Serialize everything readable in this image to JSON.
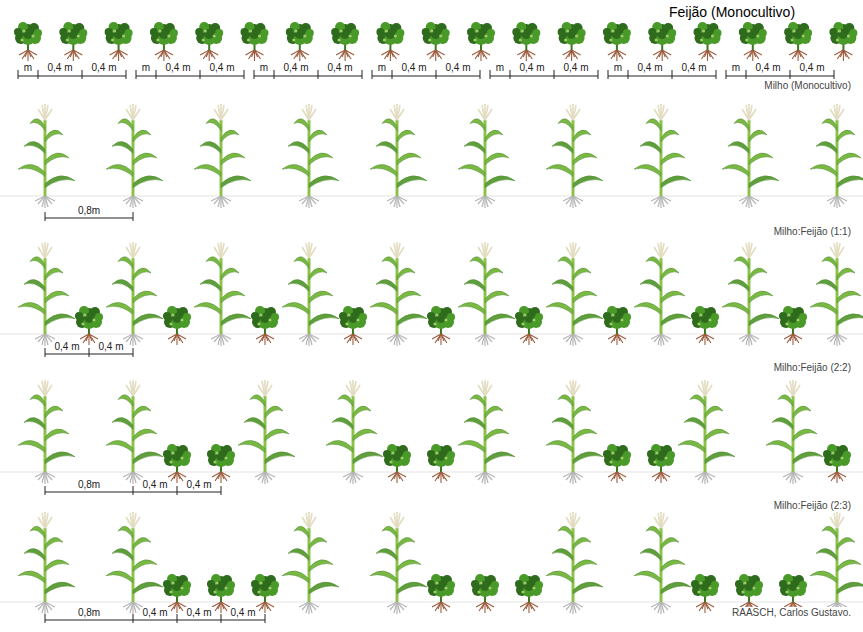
{
  "diagram": {
    "labels": [
      "Feijão (Monocultivo)",
      "m",
      "0,4 m",
      "0,4 m",
      "m",
      "0,4 m",
      "0,4 m",
      "m",
      "0,4 m",
      "0,4 m",
      "m",
      "0,4 m",
      "0,4 m",
      "m",
      "0,4 m",
      "0,4 m",
      "m",
      "0,4 m",
      "0,4 m",
      "m",
      "0,4 m",
      "0,4 m",
      "Milho (Monocultivo)",
      "0,8m",
      "Milho:Feijão (1:1)",
      "0,4 m",
      "0,4 m",
      "Milho:Feijão (2:2)",
      "0,8m",
      "0,4 m",
      "0,4 m",
      "Milho:Feijão (2:3)",
      "0,8m",
      "0,4 m",
      "0,4 m",
      "0,4 m",
      "RAASCH, Carlos Gustavo."
    ]
  }
}
